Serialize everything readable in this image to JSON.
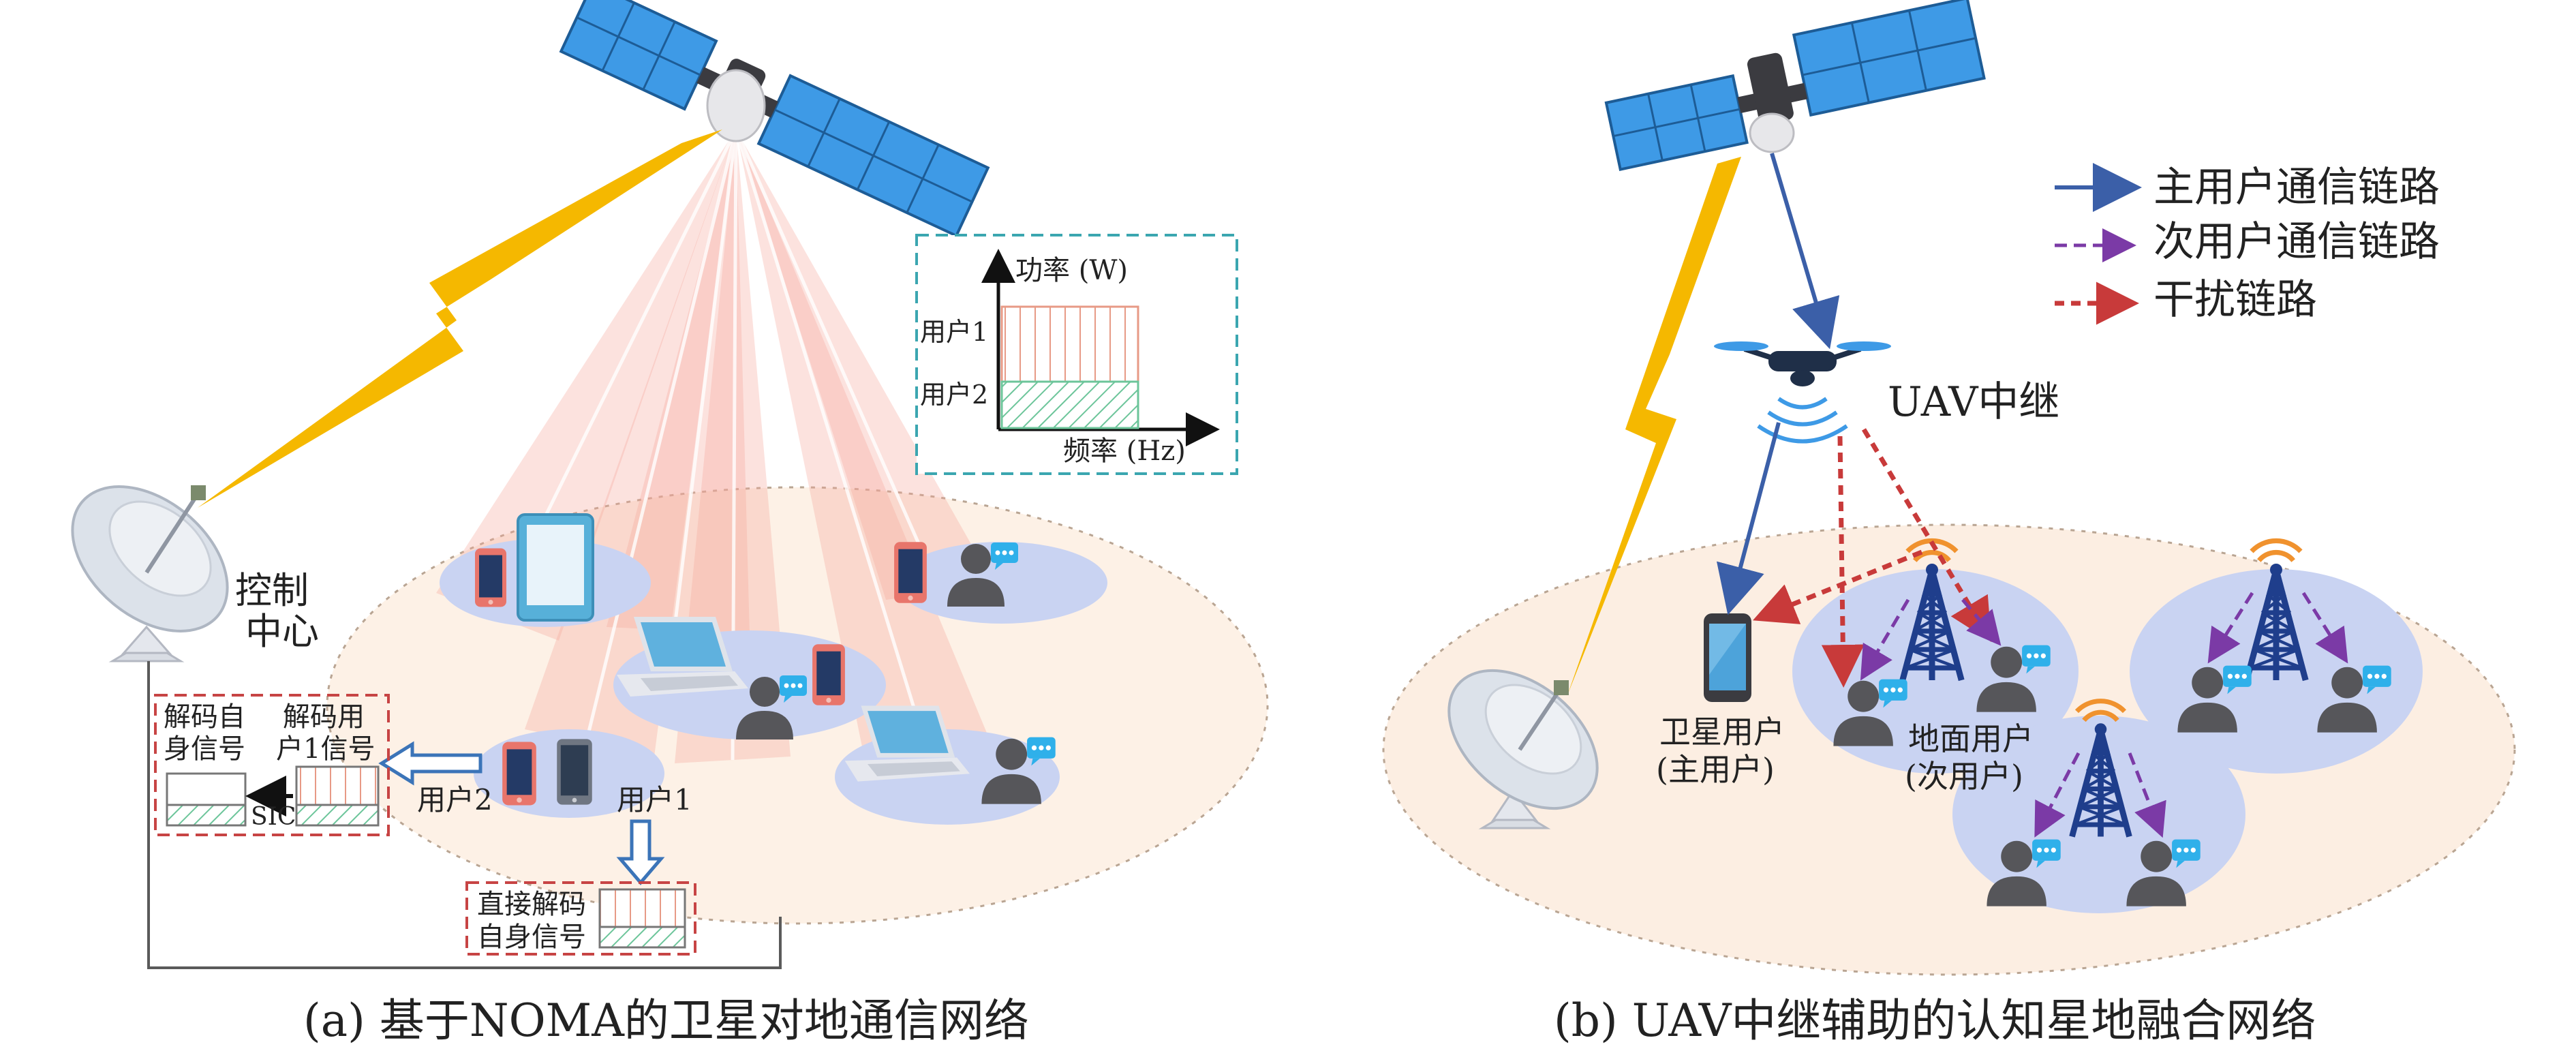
{
  "panel_a": {
    "control_center": [
      "控制",
      "中心"
    ],
    "power_axis": "功率 (W)",
    "freq_axis": "频率 (Hz)",
    "legend_user1": "用户1",
    "legend_user2": "用户2",
    "user2": "用户2",
    "user1": "用户1",
    "sic": "SIC",
    "decode_self": [
      "解码自",
      "身信号"
    ],
    "decode_user1": [
      "解码用",
      "户1信号"
    ],
    "direct_decode": [
      "直接解码",
      "自身信号"
    ],
    "caption": "(a) 基于NOMA的卫星对地通信网络"
  },
  "panel_b": {
    "legend": [
      {
        "label": "主用户通信链路",
        "color": "#3b5fa8"
      },
      {
        "label": "次用户通信链路",
        "color": "#7b3aa6"
      },
      {
        "label": "干扰链路",
        "color": "#c83a3a"
      }
    ],
    "uav": "UAV中继",
    "sat_user": [
      "卫星用户",
      "(主用户)"
    ],
    "ground_user": [
      "地面用户",
      "(次用户)"
    ],
    "caption": "(b) UAV中继辅助的认知星地融合网络"
  },
  "colors": {
    "solar_panel": "#3e9ae6",
    "beam": "#f7a79a",
    "coverage": "#fbe7d6",
    "cell": "#c9d3f2",
    "person": "#56565a",
    "chat": "#2fb0ea",
    "lightning": "#f5b800",
    "tower": "#1f3e8c",
    "tower_ring": "#f0922e",
    "user1_stripe": "#e79a86",
    "user2_hatch": "#6cc59a",
    "dashed_box": "#c74444",
    "spectrum_box": "#3ba6b0"
  }
}
